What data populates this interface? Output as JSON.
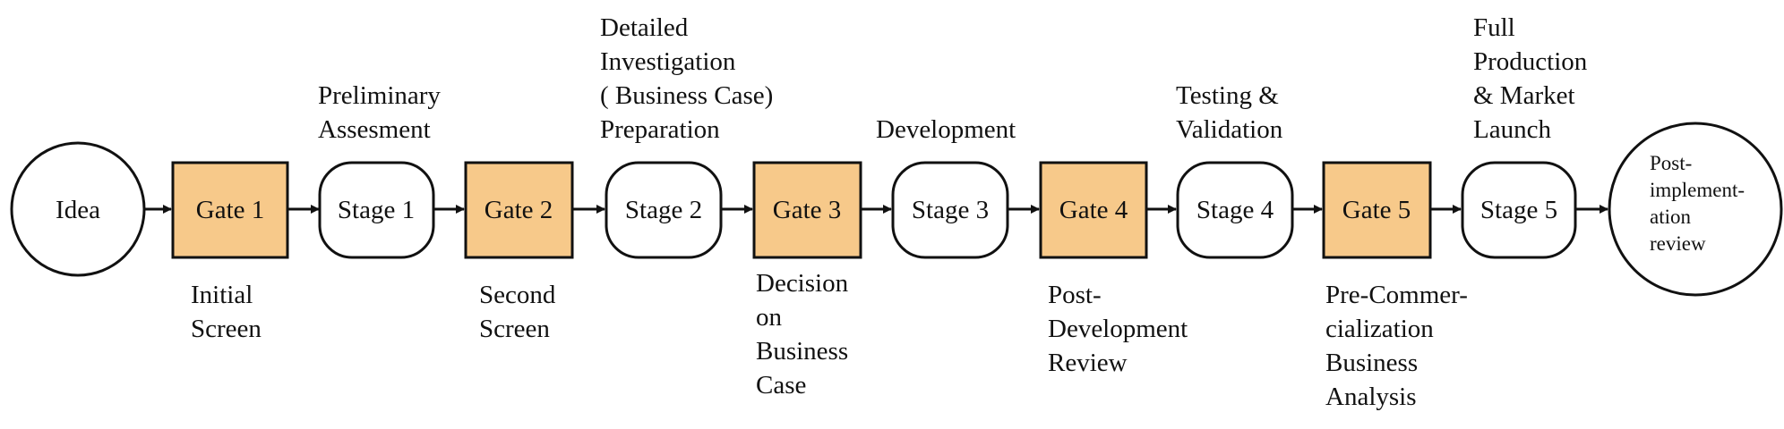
{
  "colors": {
    "gate_fill": "#F7C98A",
    "node_stroke": "#111111",
    "background": "#FFFFFF"
  },
  "nodes": {
    "idea": "Idea",
    "gate1": "Gate 1",
    "stage1": "Stage 1",
    "gate2": "Gate 2",
    "stage2": "Stage 2",
    "gate3": "Gate 3",
    "stage3": "Stage 3",
    "gate4": "Gate 4",
    "stage4": "Stage 4",
    "gate5": "Gate 5",
    "stage5": "Stage 5",
    "review": "Post-\nimplement-\nation\nreview"
  },
  "stage_labels": {
    "stage1": "Preliminary\nAssesment",
    "stage2": "Detailed\nInvestigation\n( Business Case)\nPreparation",
    "stage3": "Development",
    "stage4": "Testing &\nValidation",
    "stage5": "Full\nProduction\n& Market\nLaunch"
  },
  "gate_labels": {
    "gate1": "Initial\nScreen",
    "gate2": "Second\nScreen",
    "gate3": "Decision\non\nBusiness\nCase",
    "gate4": "Post-\nDevelopment\nReview",
    "gate5": "Pre-Commer-\ncialization\nBusiness\nAnalysis"
  }
}
